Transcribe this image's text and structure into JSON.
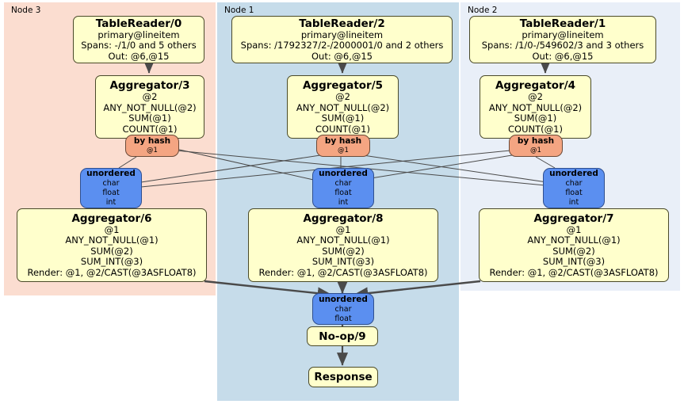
{
  "clusters": [
    {
      "label": "Node 3",
      "color": "#fbddd0"
    },
    {
      "label": "Node 1",
      "color": "#c6dcea"
    },
    {
      "label": "Node 2",
      "color": "#e9eff8"
    }
  ],
  "nodes": {
    "tablereader0": {
      "title": "TableReader/0",
      "lines": [
        "primary@lineitem",
        "Spans: -/1/0 and 5 others",
        "Out: @6,@15"
      ]
    },
    "tablereader2": {
      "title": "TableReader/2",
      "lines": [
        "primary@lineitem",
        "Spans: /1792327/2-/2000001/0 and 2 others",
        "Out: @6,@15"
      ]
    },
    "tablereader1": {
      "title": "TableReader/1",
      "lines": [
        "primary@lineitem",
        "Spans: /1/0-/549602/3 and 3 others",
        "Out: @6,@15"
      ]
    },
    "aggregator3": {
      "title": "Aggregator/3",
      "lines": [
        "@2",
        "ANY_NOT_NULL(@2)",
        "SUM(@1)",
        "COUNT(@1)"
      ]
    },
    "aggregator5": {
      "title": "Aggregator/5",
      "lines": [
        "@2",
        "ANY_NOT_NULL(@2)",
        "SUM(@1)",
        "COUNT(@1)"
      ]
    },
    "aggregator4": {
      "title": "Aggregator/4",
      "lines": [
        "@2",
        "ANY_NOT_NULL(@2)",
        "SUM(@1)",
        "COUNT(@1)"
      ]
    },
    "aggregator6": {
      "title": "Aggregator/6",
      "lines": [
        "@1",
        "ANY_NOT_NULL(@1)",
        "SUM(@2)",
        "SUM_INT(@3)",
        "Render: @1, @2/CAST(@3ASFLOAT8)"
      ]
    },
    "aggregator8": {
      "title": "Aggregator/8",
      "lines": [
        "@1",
        "ANY_NOT_NULL(@1)",
        "SUM(@2)",
        "SUM_INT(@3)",
        "Render: @1, @2/CAST(@3ASFLOAT8)"
      ]
    },
    "aggregator7": {
      "title": "Aggregator/7",
      "lines": [
        "@1",
        "ANY_NOT_NULL(@1)",
        "SUM(@2)",
        "SUM_INT(@3)",
        "Render: @1, @2/CAST(@3ASFLOAT8)"
      ]
    },
    "byhash_left": {
      "title": "by hash",
      "lines": [
        "@1"
      ]
    },
    "byhash_mid": {
      "title": "by hash",
      "lines": [
        "@1"
      ]
    },
    "byhash_right": {
      "title": "by hash",
      "lines": [
        "@1"
      ]
    },
    "unordered_left": {
      "title": "unordered",
      "lines": [
        "char",
        "float",
        "int"
      ]
    },
    "unordered_mid": {
      "title": "unordered",
      "lines": [
        "char",
        "float",
        "int"
      ]
    },
    "unordered_right": {
      "title": "unordered",
      "lines": [
        "char",
        "float",
        "int"
      ]
    },
    "unordered_final": {
      "title": "unordered",
      "lines": [
        "char",
        "float"
      ]
    },
    "noop9": {
      "title": "No-op/9",
      "lines": []
    },
    "response": {
      "title": "Response",
      "lines": []
    }
  },
  "colors": {
    "proc_fill": "#ffffcc",
    "hash_fill": "#f4a582",
    "unordered_fill": "#5b8ff0",
    "edge": "#4a4a4a"
  }
}
